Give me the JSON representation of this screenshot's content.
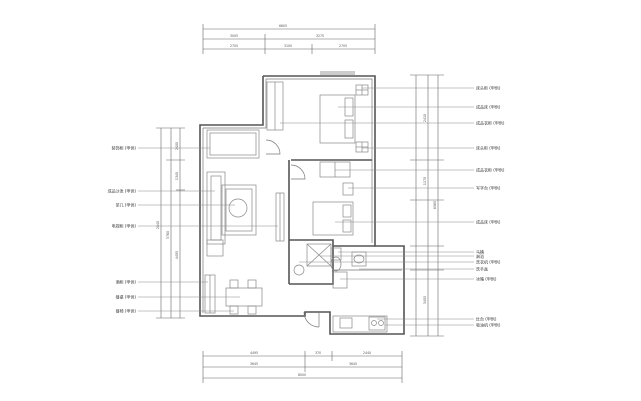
{
  "dimensions": {
    "top_total": "6605",
    "top_segments": [
      "3005",
      "3275"
    ],
    "top_sub": [
      "2705",
      "3100",
      "2705"
    ],
    "bottom_segments": [
      "4495",
      "370",
      "2440"
    ],
    "bottom_sub": [
      "3645",
      "3645"
    ],
    "bottom_total": "8000",
    "left_segments": [
      "2400",
      "1340",
      "4495"
    ],
    "left_sub": [
      "2840",
      "3760"
    ],
    "right_segments": [
      "2410",
      "1170",
      "3405"
    ],
    "right_sub": [
      "6565"
    ]
  },
  "labels_left": [
    {
      "name": "装饰柜",
      "note": "(甲供)"
    },
    {
      "name": "成品沙发",
      "note": "(甲供)"
    },
    {
      "name": "茶几",
      "note": "(甲供)"
    },
    {
      "name": "电视柜",
      "note": "(甲供)"
    },
    {
      "name": "酒柜",
      "note": "(甲供)"
    },
    {
      "name": "餐桌",
      "note": "(甲供)"
    },
    {
      "name": "餐椅",
      "note": "(甲供)"
    }
  ],
  "labels_right": [
    {
      "name": "床头柜",
      "note": "(甲供)"
    },
    {
      "name": "成品床",
      "note": "(甲供)"
    },
    {
      "name": "成品衣柜",
      "note": "(甲供)"
    },
    {
      "name": "床头柜",
      "note": "(甲供)"
    },
    {
      "name": "成品衣柜",
      "note": "(甲供)"
    },
    {
      "name": "写字台",
      "note": "(甲供)"
    },
    {
      "name": "成品床",
      "note": "(甲供)"
    },
    {
      "name": "马桶",
      "note": ""
    },
    {
      "name": "淋浴",
      "note": ""
    },
    {
      "name": "洗衣机",
      "note": "(甲供)"
    },
    {
      "name": "洗手盆",
      "note": ""
    },
    {
      "name": "冰箱",
      "note": "(甲供)"
    },
    {
      "name": "灶台",
      "note": "(甲供)"
    },
    {
      "name": "吸油机",
      "note": "(甲供)"
    }
  ]
}
